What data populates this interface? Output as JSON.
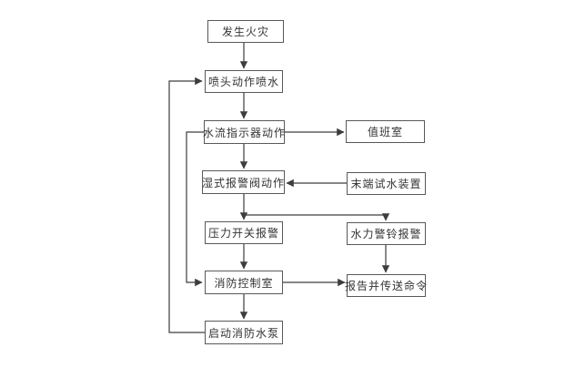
{
  "diagram": {
    "description": "Wet pipe sprinkler fire alarm system flowchart",
    "nodes": [
      {
        "id": "fire-occurs",
        "label": "发生火灾"
      },
      {
        "id": "sprinkler-sprays",
        "label": "喷头动作喷水"
      },
      {
        "id": "flow-indicator",
        "label": "水流指示器动作"
      },
      {
        "id": "duty-room",
        "label": "值班室"
      },
      {
        "id": "wet-alarm-valve",
        "label": "湿式报警阀动作"
      },
      {
        "id": "end-test-device",
        "label": "末端试水装置"
      },
      {
        "id": "pressure-switch",
        "label": "压力开关报警"
      },
      {
        "id": "hydraulic-bell",
        "label": "水力警铃报警"
      },
      {
        "id": "fire-control-room",
        "label": "消防控制室"
      },
      {
        "id": "report-command",
        "label": "报告并传送命令"
      },
      {
        "id": "start-fire-pump",
        "label": "启动消防水泵"
      }
    ],
    "edges": [
      {
        "from": "发生火灾",
        "to": "喷头动作喷水"
      },
      {
        "from": "喷头动作喷水",
        "to": "水流指示器动作"
      },
      {
        "from": "水流指示器动作",
        "to": "值班室"
      },
      {
        "from": "水流指示器动作",
        "to": "湿式报警阀动作"
      },
      {
        "from": "水流指示器动作",
        "to": "消防控制室"
      },
      {
        "from": "末端试水装置",
        "to": "湿式报警阀动作"
      },
      {
        "from": "湿式报警阀动作",
        "to": "压力开关报警"
      },
      {
        "from": "湿式报警阀动作",
        "to": "水力警铃报警"
      },
      {
        "from": "压力开关报警",
        "to": "消防控制室"
      },
      {
        "from": "水力警铃报警",
        "to": "报告并传送命令"
      },
      {
        "from": "消防控制室",
        "to": "报告并传送命令"
      },
      {
        "from": "消防控制室",
        "to": "启动消防水泵"
      },
      {
        "from": "启动消防水泵",
        "to": "喷头动作喷水"
      }
    ],
    "colors": {
      "background": "#ffffff",
      "box_border": "#595959",
      "line": "#3d3d3d",
      "text": "#333333"
    }
  }
}
